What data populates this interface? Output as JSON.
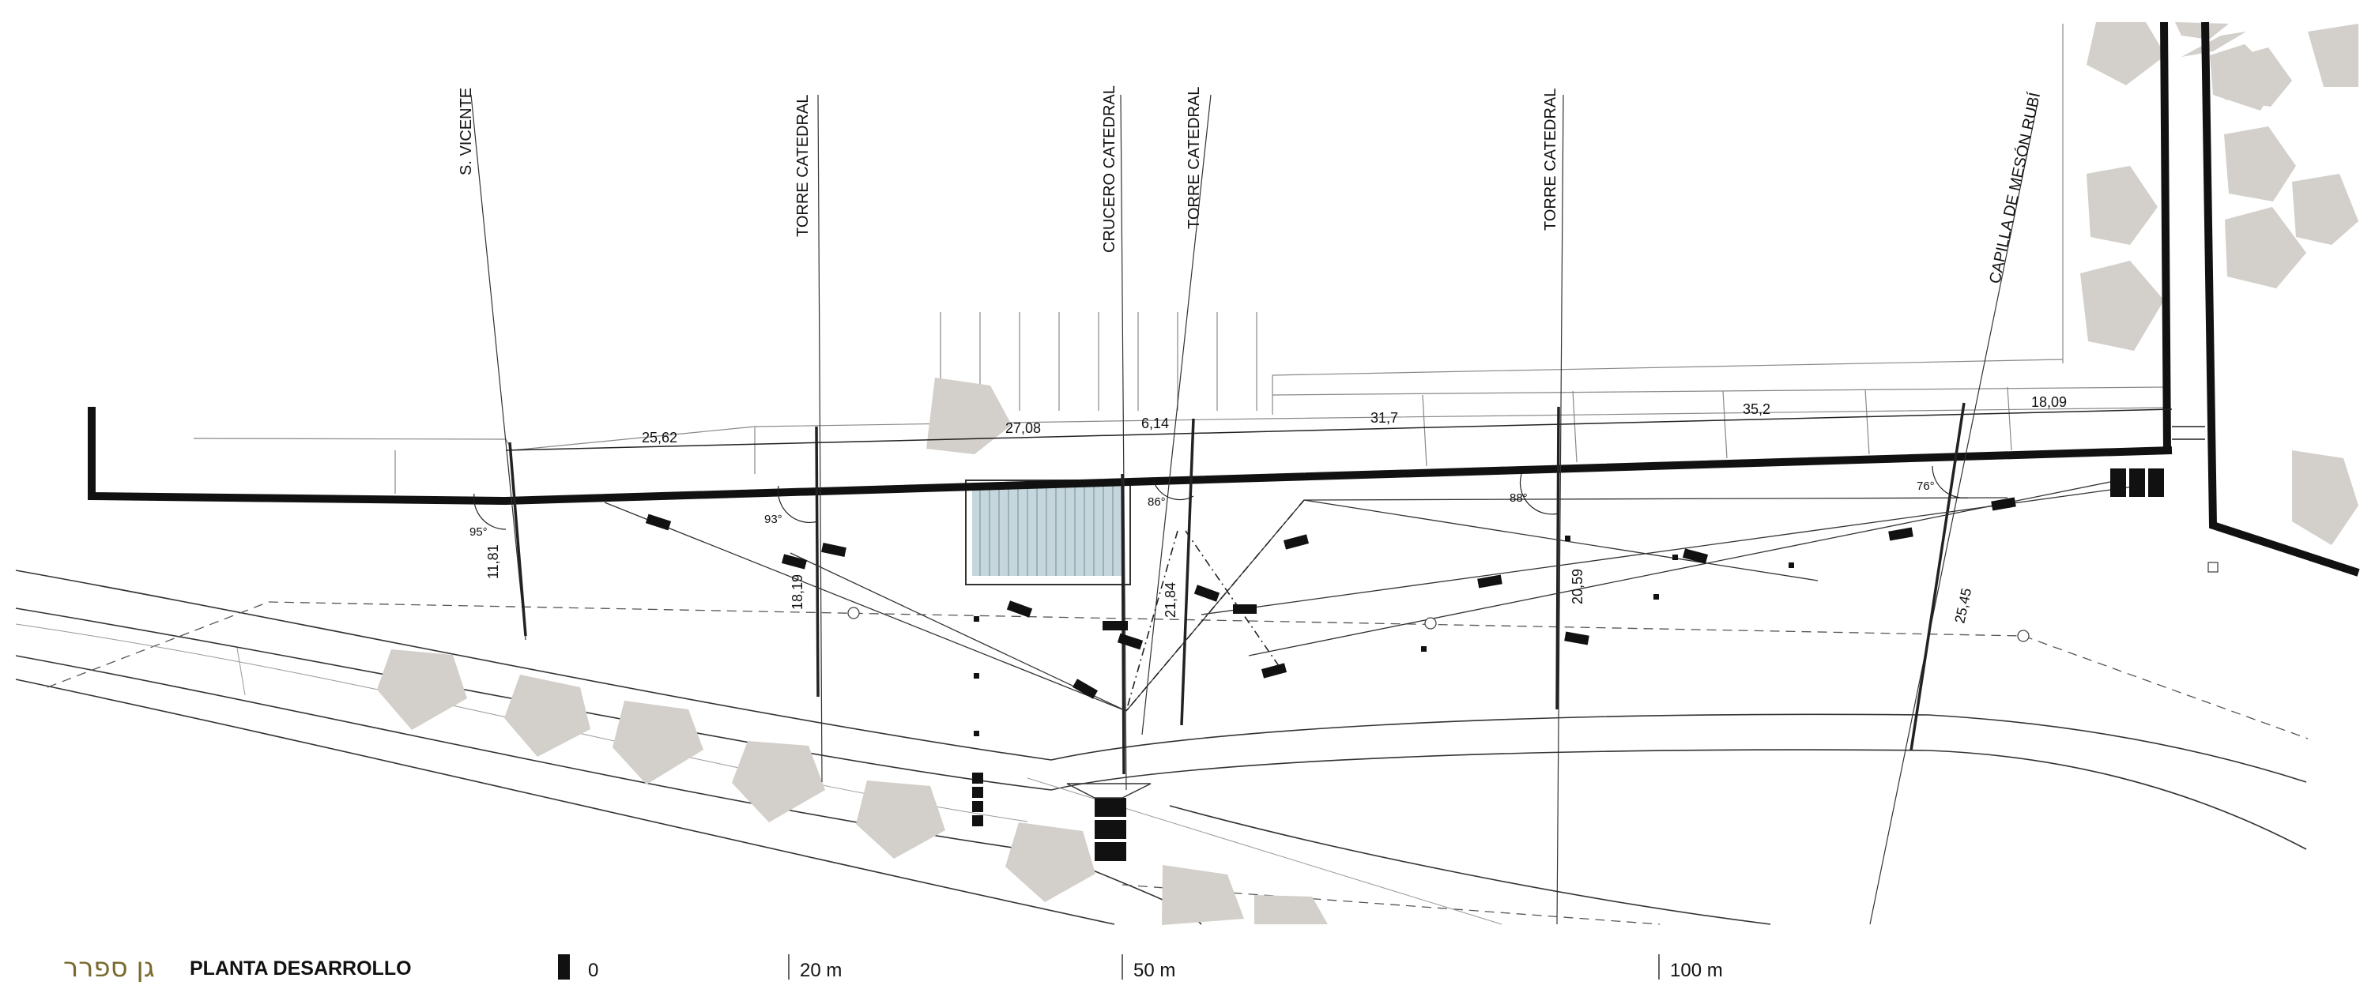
{
  "sightlines": [
    "S. VICENTE",
    "TORRE CATEDRAL",
    "CRUCERO CATEDRAL",
    "TORRE CATEDRAL",
    "TORRE CATEDRAL",
    "CAPILLA DE MESÓN RUBÍ"
  ],
  "wall_dimensions": [
    "25,62",
    "27,08",
    "6,14",
    "31,7",
    "35,2",
    "18,09"
  ],
  "angles": [
    "95°",
    "93°",
    "86°",
    "88°",
    "76°"
  ],
  "perpendicular_dimensions": [
    "11,81",
    "18,19",
    "21,84",
    "20,59",
    "25,45"
  ],
  "footer": {
    "hebrew_title": "גן ספרר",
    "plan_title": "PLANTA DESARROLLO",
    "scale_labels": [
      "0",
      "20 m",
      "50 m",
      "100 m"
    ]
  }
}
